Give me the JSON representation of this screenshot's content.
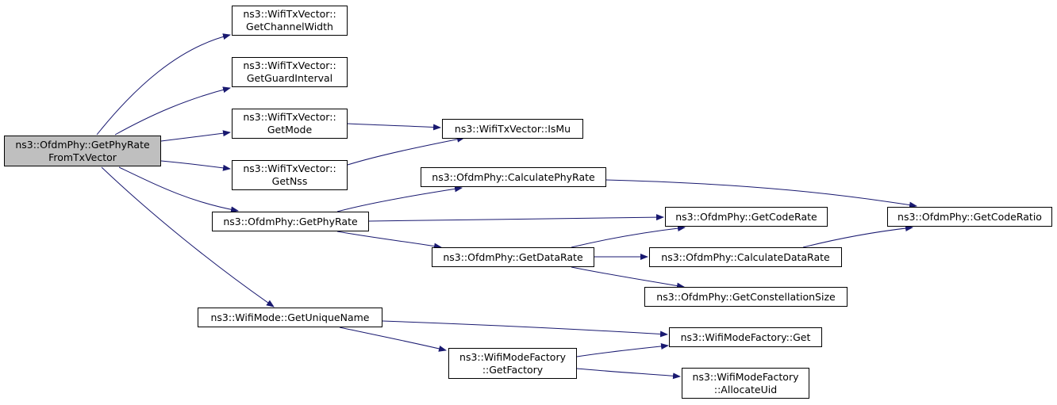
{
  "colors": {
    "edge": "#191970",
    "border": "#000000",
    "root_fill": "#bfbfbf",
    "node_fill": "#ffffff"
  },
  "nodes": {
    "root": {
      "line1": "ns3::OfdmPhy::GetPhyRate",
      "line2": "FromTxVector"
    },
    "get_channel_width": {
      "line1": "ns3::WifiTxVector::",
      "line2": "GetChannelWidth"
    },
    "get_guard_interval": {
      "line1": "ns3::WifiTxVector::",
      "line2": "GetGuardInterval"
    },
    "get_mode": {
      "line1": "ns3::WifiTxVector::",
      "line2": "GetMode"
    },
    "get_nss": {
      "line1": "ns3::WifiTxVector::",
      "line2": "GetNss"
    },
    "is_mu": {
      "line1": "ns3::WifiTxVector::IsMu"
    },
    "calculate_phy_rate": {
      "line1": "ns3::OfdmPhy::CalculatePhyRate"
    },
    "get_phy_rate": {
      "line1": "ns3::OfdmPhy::GetPhyRate"
    },
    "get_code_rate": {
      "line1": "ns3::OfdmPhy::GetCodeRate"
    },
    "get_code_ratio": {
      "line1": "ns3::OfdmPhy::GetCodeRatio"
    },
    "get_data_rate": {
      "line1": "ns3::OfdmPhy::GetDataRate"
    },
    "calculate_data_rate": {
      "line1": "ns3::OfdmPhy::CalculateDataRate"
    },
    "get_constellation_size": {
      "line1": "ns3::OfdmPhy::GetConstellationSize"
    },
    "get_unique_name": {
      "line1": "ns3::WifiMode::GetUniqueName"
    },
    "wifi_mode_factory_get": {
      "line1": "ns3::WifiModeFactory::Get"
    },
    "get_factory": {
      "line1": "ns3::WifiModeFactory",
      "line2": "::GetFactory"
    },
    "allocate_uid": {
      "line1": "ns3::WifiModeFactory",
      "line2": "::AllocateUid"
    }
  }
}
